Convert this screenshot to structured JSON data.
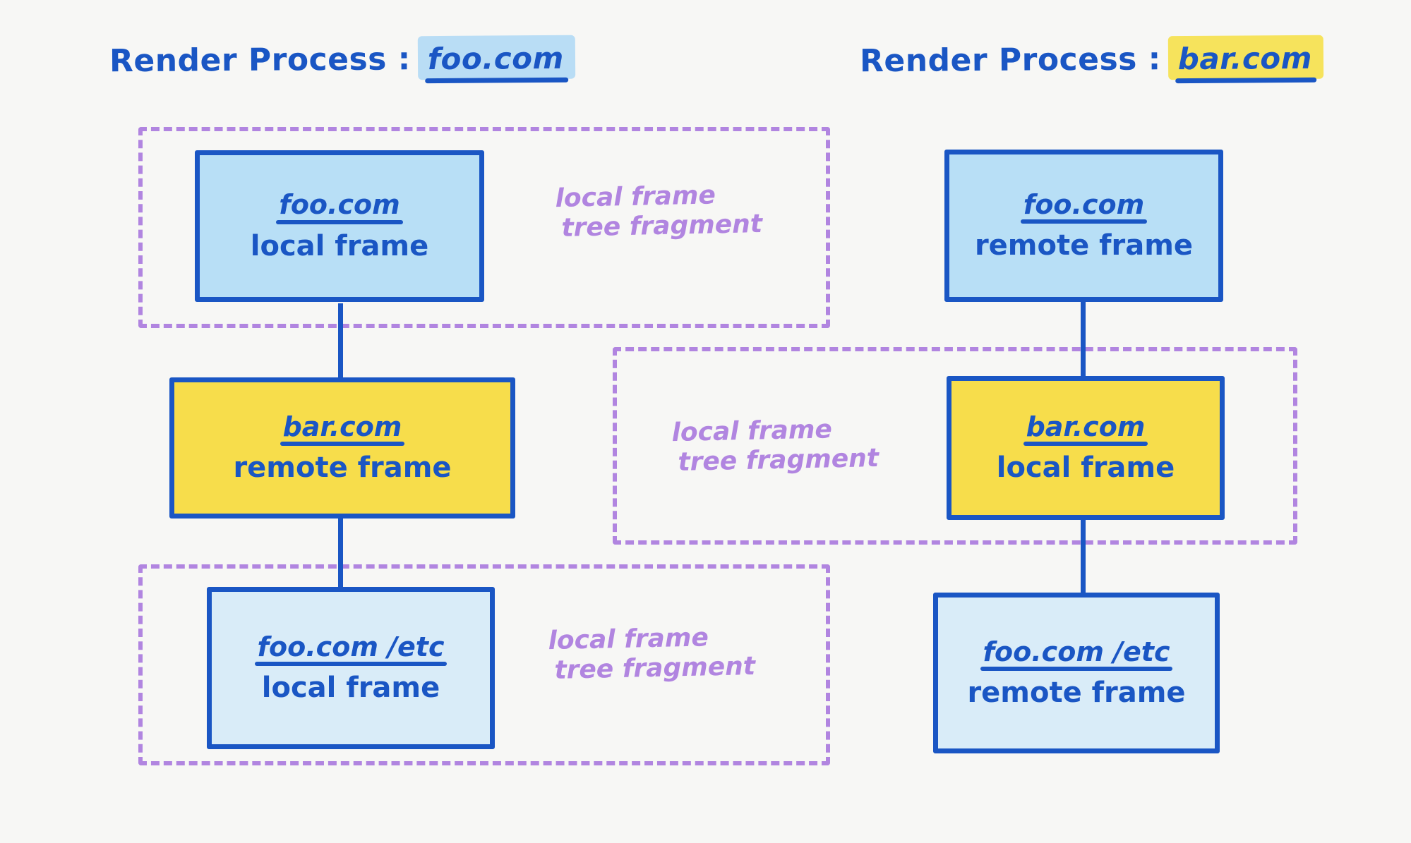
{
  "diagram": {
    "title_prefix": "Render Process :",
    "columns": [
      {
        "id": "foo-process",
        "process_name": "foo.com",
        "highlight_color": "#b9ddf5",
        "boxes": [
          {
            "url": "foo.com",
            "kind": "local frame",
            "fill": "#b8dff6",
            "style": "blue"
          },
          {
            "url": "bar.com",
            "kind": "remote frame",
            "fill": "#f7dd4b",
            "style": "yellow"
          },
          {
            "url": "foo.com /etc",
            "kind": "local frame",
            "fill": "#d9ecf8",
            "style": "blue-l"
          }
        ],
        "fragments": [
          {
            "line1": "local frame",
            "line2": "tree fragment"
          },
          {
            "line1": "local frame",
            "line2": "tree fragment"
          }
        ]
      },
      {
        "id": "bar-process",
        "process_name": "bar.com",
        "highlight_color": "#f6e35c",
        "boxes": [
          {
            "url": "foo.com",
            "kind": "remote frame",
            "fill": "#b8dff6",
            "style": "blue"
          },
          {
            "url": "bar.com",
            "kind": "local frame",
            "fill": "#f7dd4b",
            "style": "yellow"
          },
          {
            "url": "foo.com /etc",
            "kind": "remote frame",
            "fill": "#d9ecf8",
            "style": "blue-l"
          }
        ],
        "fragments": [
          {
            "line1": "local frame",
            "line2": "tree fragment"
          }
        ]
      }
    ],
    "colors": {
      "background": "#f7f7f5",
      "ink_blue": "#1a56c4",
      "fragment_purple": "#b185e0",
      "blue_fill": "#b8dff6",
      "blue_light_fill": "#d9ecf8",
      "yellow_fill": "#f7dd4b"
    }
  }
}
